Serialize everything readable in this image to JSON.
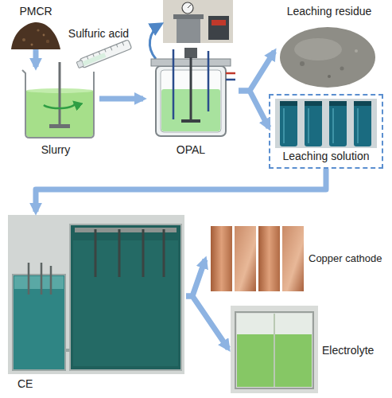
{
  "diagram": {
    "nodes": [
      {
        "text": [
          "PMCR"
        ]
      },
      {
        "text": [
          "Sulfuric acid"
        ]
      },
      {
        "text": [
          "Slurry"
        ]
      },
      {
        "text": [
          "OPAL"
        ]
      },
      {
        "text": [
          "Leaching residue"
        ]
      },
      {
        "text": [
          "Leaching solution"
        ]
      },
      {
        "text": [
          "CE"
        ]
      },
      {
        "text": [
          "Copper cathode"
        ]
      },
      {
        "text": [
          "Electrolyte"
        ]
      }
    ],
    "edges": [
      {
        "from": 0,
        "to": 2,
        "arrow": "to"
      },
      {
        "from": 2,
        "to": 3,
        "arrow": "to"
      },
      {
        "from": 3,
        "to": 4,
        "arrow": "to"
      },
      {
        "from": 3,
        "to": 5,
        "arrow": "to"
      },
      {
        "from": 5,
        "to": 6,
        "arrow": "to"
      },
      {
        "from": 6,
        "to": 7,
        "arrow": "to"
      },
      {
        "from": 6,
        "to": 8,
        "arrow": "to"
      }
    ]
  }
}
